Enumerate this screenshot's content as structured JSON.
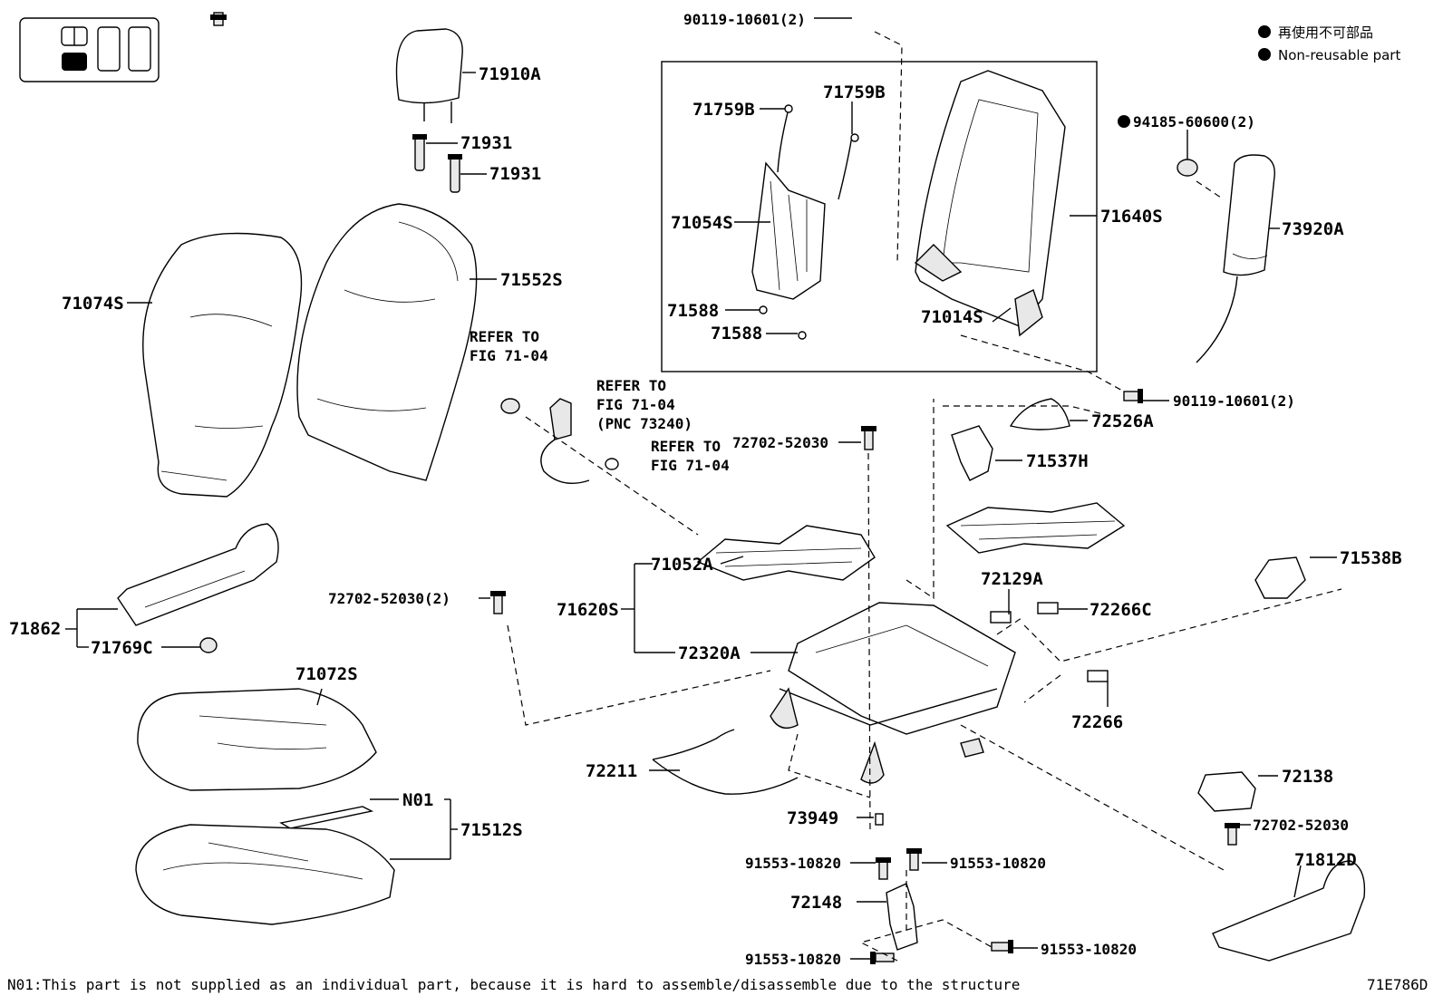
{
  "legend": {
    "line1": "再使用不可部品",
    "line2": "Non-reusable part"
  },
  "labels": {
    "p90119_top": "90119-10601(2)",
    "p71910A": "71910A",
    "p71931a": "71931",
    "p71931b": "71931",
    "p71759B_left": "71759B",
    "p71759B_right": "71759B",
    "p71054S": "71054S",
    "p71588a": "71588",
    "p71588b": "71588",
    "p71640S": "71640S",
    "p71014S": "71014S",
    "p94185": "94185-60600(2)",
    "p73920A": "73920A",
    "p71074S": "71074S",
    "p71552S": "71552S",
    "p90119_mid": "90119-10601(2)",
    "p72526A": "72526A",
    "p72702_a": "72702-52030",
    "p71537H": "71537H",
    "p71052A": "71052A",
    "p71620S": "71620S",
    "p72320A": "72320A",
    "p72129A": "72129A",
    "p72266C": "72266C",
    "p71538B": "71538B",
    "p72702_2": "72702-52030(2)",
    "p71862": "71862",
    "p71769C": "71769C",
    "p72266": "72266",
    "p71072S": "71072S",
    "p72211": "72211",
    "p72138": "72138",
    "p72702_b": "72702-52030",
    "p73949": "73949",
    "p71812D": "71812D",
    "pN01": "N01",
    "p71512S": "71512S",
    "p91553_a": "91553-10820",
    "p91553_b": "91553-10820",
    "p72148": "72148",
    "p91553_c": "91553-10820",
    "p91553_d": "91553-10820"
  },
  "refers": {
    "r1_line1": "REFER TO",
    "r1_line2": "FIG 71-04",
    "r2_line1": "REFER TO",
    "r2_line2": "FIG 71-04",
    "r2_line3": "(PNC 73240)",
    "r3_line1": "REFER TO",
    "r3_line2": "FIG 71-04"
  },
  "footer": {
    "note": "N01:This part is not supplied as an individual part, because it is hard to assemble/disassemble due to the structure",
    "code": "71E786D"
  }
}
